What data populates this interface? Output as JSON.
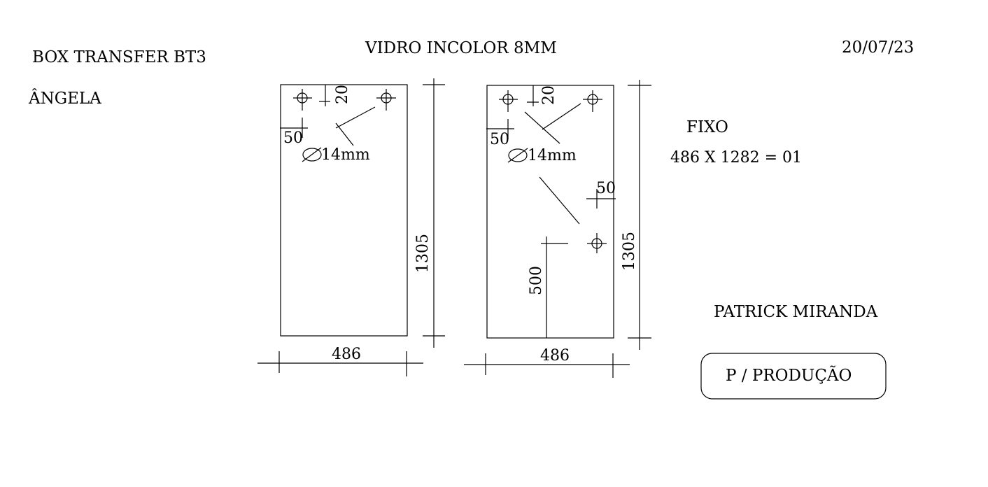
{
  "header": {
    "product": "BOX TRANSFER BT3",
    "glass": "VIDRO INCOLOR 8MM",
    "date": "20/07/23",
    "client": "ÂNGELA"
  },
  "panel_left": {
    "width_label": "486",
    "height_label": "1305",
    "hole_offset_x": "50",
    "hole_offset_y": "20",
    "hole_label": "14mm"
  },
  "panel_right": {
    "width_label": "486",
    "height_label": "1305",
    "hole_offset_x": "50",
    "hole_offset_y": "20",
    "hole_label": "14mm",
    "side_hole_offset": "50",
    "side_hole_height": "500"
  },
  "info": {
    "type": "FIXO",
    "measure": "486 X 1282 = 01",
    "author": "PATRICK MIRANDA",
    "stamp": "P / PRODUÇÃO"
  }
}
